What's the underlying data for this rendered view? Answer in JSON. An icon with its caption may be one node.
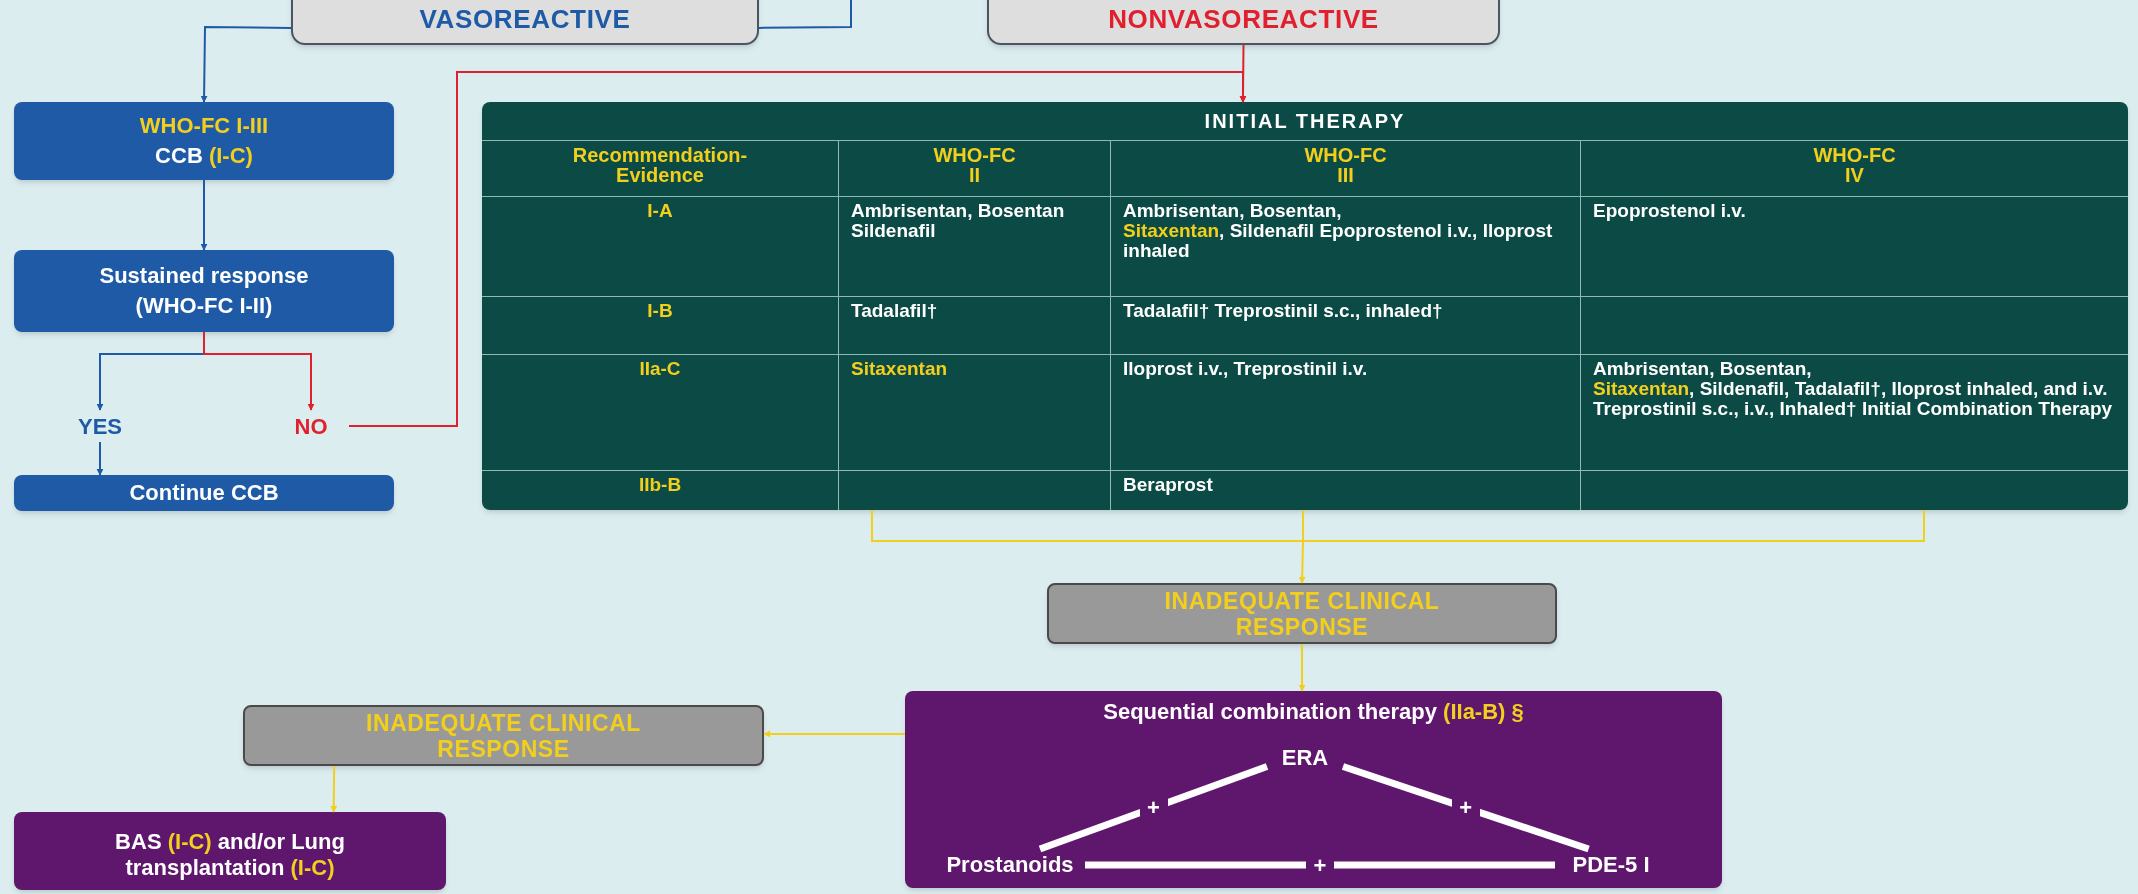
{
  "diagram": {
    "nodes": [
      {
        "text": [
          "VASOREACTIVE"
        ]
      },
      {
        "text": [
          "NONVASOREACTIVE"
        ]
      },
      {
        "text": [
          "WHO-FC I-III",
          "CCB",
          "(I-C)"
        ]
      },
      {
        "text": [
          "Sustained response (WHO-FC I-II)"
        ]
      },
      {
        "text": [
          "YES"
        ]
      },
      {
        "text": [
          "NO"
        ]
      },
      {
        "text": [
          "Continue CCB"
        ]
      },
      {
        "text": [
          "INITIAL THERAPY"
        ]
      },
      {
        "text": [
          "INADEQUATE CLINICAL RESPONSE"
        ]
      },
      {
        "text": [
          "Sequential combination therapy",
          "(IIa-B) §"
        ]
      },
      {
        "text": [
          "ERA"
        ],
        "in": 9
      },
      {
        "text": [
          "Prostanoids"
        ],
        "in": 9
      },
      {
        "text": [
          "PDE-5 I"
        ],
        "in": 9
      },
      {
        "text": [
          "INADEQUATE CLINICAL RESPONSE"
        ]
      },
      {
        "text": [
          "BAS",
          "(I-C)",
          "and/or Lung transplantation",
          "(I-C)"
        ]
      }
    ],
    "edges": [
      {
        "from": null,
        "to": 0,
        "arrow": "none"
      },
      {
        "from": 0,
        "to": 2,
        "arrow": "to"
      },
      {
        "from": 2,
        "to": 3,
        "arrow": "to"
      },
      {
        "from": 3,
        "to": 4,
        "arrow": "to"
      },
      {
        "from": 3,
        "to": 5,
        "arrow": "to",
        "color": "#e0202e"
      },
      {
        "from": 4,
        "to": 6,
        "arrow": "to"
      },
      {
        "from": 5,
        "to": 7,
        "arrow": "to",
        "color": "#e0202e"
      },
      {
        "from": 1,
        "to": 7,
        "arrow": "to",
        "color": "#e0202e"
      },
      {
        "from": 7,
        "to": 8,
        "arrow": "to",
        "color": "#f2cf1d"
      },
      {
        "from": 8,
        "to": 9,
        "arrow": "to",
        "color": "#f2cf1d"
      },
      {
        "from": 9,
        "to": 13,
        "arrow": "to",
        "color": "#f2cf1d"
      },
      {
        "from": 13,
        "to": 14,
        "arrow": "to",
        "color": "#f2cf1d"
      },
      {
        "from": 10,
        "to": 11,
        "arrow": "none",
        "label": "+",
        "style": "thick",
        "color": "#ffffff"
      },
      {
        "from": 10,
        "to": 12,
        "arrow": "none",
        "label": "+",
        "style": "thick",
        "color": "#ffffff"
      },
      {
        "from": 11,
        "to": 12,
        "arrow": "none",
        "label": "+",
        "style": "thick",
        "color": "#ffffff"
      }
    ],
    "labels": [
      "Recommendation-Evidence",
      "WHO-FC II",
      "WHO-FC III",
      "WHO-FC IV",
      "I-A",
      "Ambrisentan, Bosentan Sildenafil",
      "Ambrisentan, Bosentan,",
      "Sitaxentan",
      ", Sildenafil Epoprostenol i.v., Iloprost inhaled",
      "Epoprostenol i.v.",
      "I-B",
      "Tadalafil†",
      "Tadalafil† Treprostinil s.c., inhaled†",
      "IIa-C",
      "Sitaxentan",
      "Iloprost i.v., Treprostinil i.v.",
      "Ambrisentan, Bosentan,",
      "Sitaxentan",
      ", Sildenafil, Tadalafil†, Iloprost inhaled, and i.v. Treprostinil s.c., i.v., Inhaled† Initial Combination Therapy",
      "IIb-B",
      "Beraprost"
    ]
  }
}
